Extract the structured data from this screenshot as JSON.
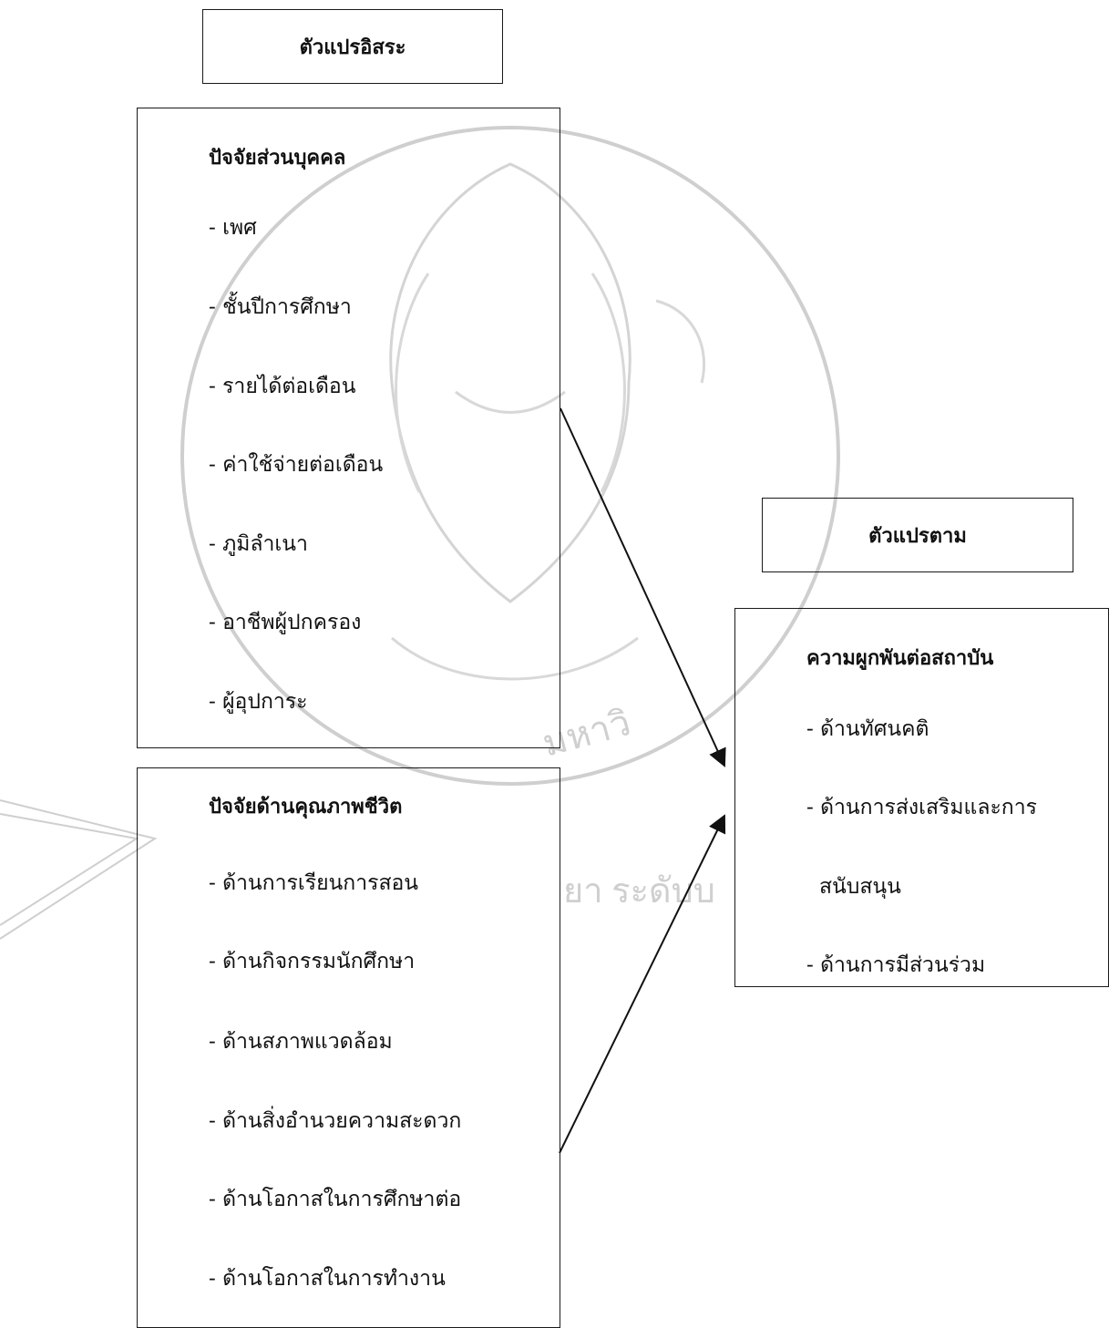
{
  "watermark": {
    "emblem": "university-seal-ganesha",
    "text_fragments": [
      "มหาวิ",
      "ยา ระดับบ"
    ],
    "color": "#c9c9c9"
  },
  "diagram": {
    "independent_header": "ตัวแปรอิสระ",
    "dependent_header": "ตัวแปรตาม",
    "personal_box": {
      "title": "ปัจจัยส่วนบุคคล",
      "items": [
        "- เพศ",
        "- ชั้นปีการศึกษา",
        "- รายได้ต่อเดือน",
        "- ค่าใช้จ่ายต่อเดือน",
        "- ภูมิลำเนา",
        "- อาชีพผู้ปกครอง",
        "- ผู้อุปการะ"
      ]
    },
    "quality_box": {
      "title": "ปัจจัยด้านคุณภาพชีวิต",
      "items": [
        "- ด้านการเรียนการสอน",
        "- ด้านกิจกรรมนักศึกษา",
        "- ด้านสภาพแวดล้อม",
        "- ด้านสิ่งอำนวยความสะดวก",
        "- ด้านโอกาสในการศึกษาต่อ",
        "- ด้านโอกาสในการทำงาน"
      ]
    },
    "commitment_box": {
      "title": "ความผูกพันต่อสถาบัน",
      "items": [
        "- ด้านทัศนคติ",
        "- ด้านการส่งเสริมและการ",
        "สนับสนุน",
        "- ด้านการมีส่วนร่วม"
      ]
    }
  }
}
